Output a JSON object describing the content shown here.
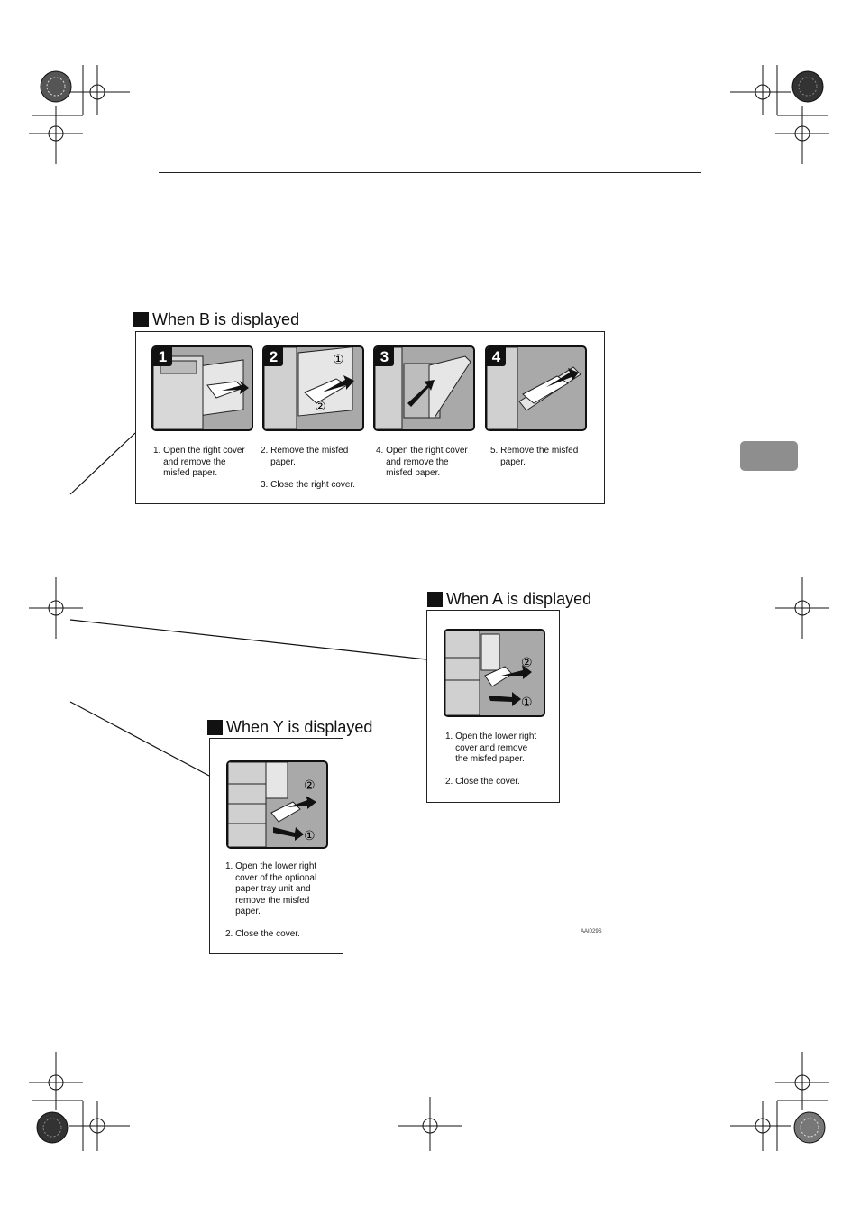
{
  "sections": {
    "b": {
      "title": "When B is displayed",
      "steps": [
        {
          "badge": "1",
          "text": "1. Open the right cover\n    and remove the\n    misfed paper."
        },
        {
          "badge": "2",
          "text": "2. Remove the misfed\n    paper.\n\n3. Close the right cover."
        },
        {
          "badge": "3",
          "text": "4. Open the right cover\n    and remove the\n    misfed paper."
        },
        {
          "badge": "4",
          "text": "5. Remove the misfed\n    paper."
        }
      ]
    },
    "a": {
      "title": "When A is displayed",
      "text": "1. Open the lower right\n    cover and remove\n    the misfed paper.\n\n2. Close the cover."
    },
    "y": {
      "title": "When Y is displayed",
      "text": "1. Open the lower right\n    cover of the optional\n    paper tray unit and\n    remove the misfed\n    paper.\n\n2. Close the cover."
    }
  },
  "figure_code": "AAI029S",
  "callout_marks": [
    "①",
    "②"
  ]
}
